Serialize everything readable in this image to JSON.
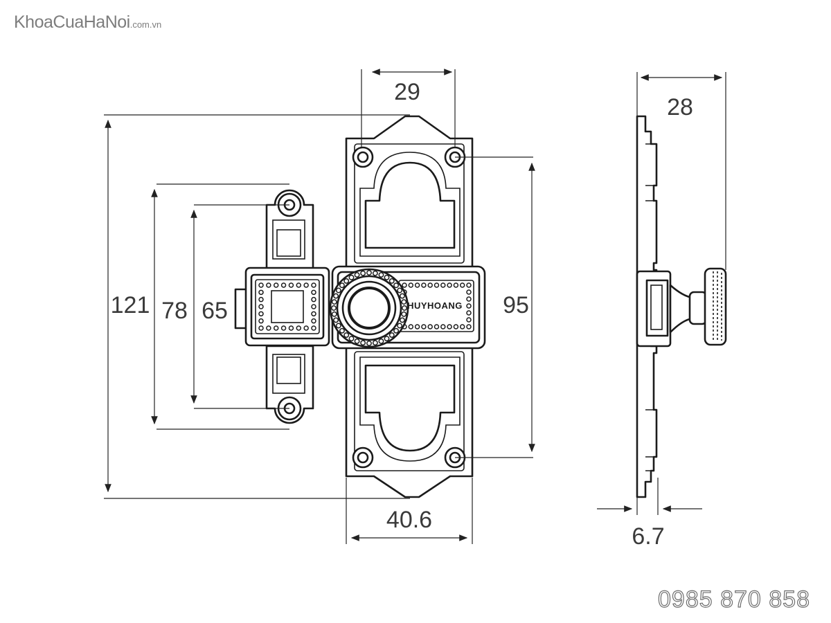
{
  "brand": {
    "name": "KhoaCuaHaNoi",
    "tld": ".com.vn"
  },
  "phone": "0985 870 858",
  "engraving": "HUYHOANG",
  "dimensions": {
    "top_hole_spacing": "29",
    "overall_height": "121",
    "left_overall": "78",
    "left_hole_spacing": "65",
    "right_hole_spacing": "95",
    "width": "40.6",
    "depth": "28",
    "plate_thickness": "6.7"
  }
}
